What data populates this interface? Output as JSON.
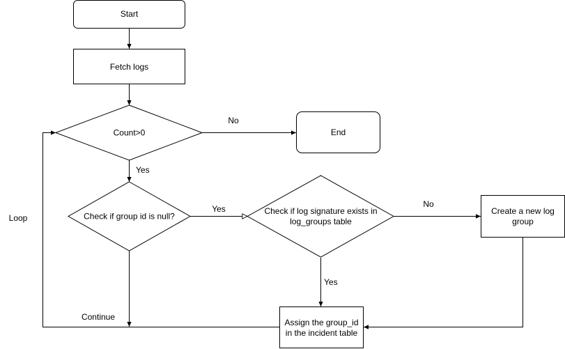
{
  "nodes": {
    "start": {
      "label": "Start"
    },
    "fetch": {
      "label": "Fetch logs"
    },
    "count": {
      "label": "Count>0"
    },
    "end": {
      "label": "End"
    },
    "group_null": {
      "label": "Check if group id is null?"
    },
    "signature": {
      "line1": "Check if log signature exists in",
      "line2": "log_groups table"
    },
    "new_group": {
      "line1": "Create a new log",
      "line2": "group"
    },
    "assign": {
      "line1": "Assign the group_id",
      "line2": "in the incident table"
    }
  },
  "edges": {
    "count_no": "No",
    "count_yes": "Yes",
    "group_yes": "Yes",
    "signature_no": "No",
    "signature_yes": "Yes",
    "continue": "Continue",
    "loop": "Loop"
  }
}
